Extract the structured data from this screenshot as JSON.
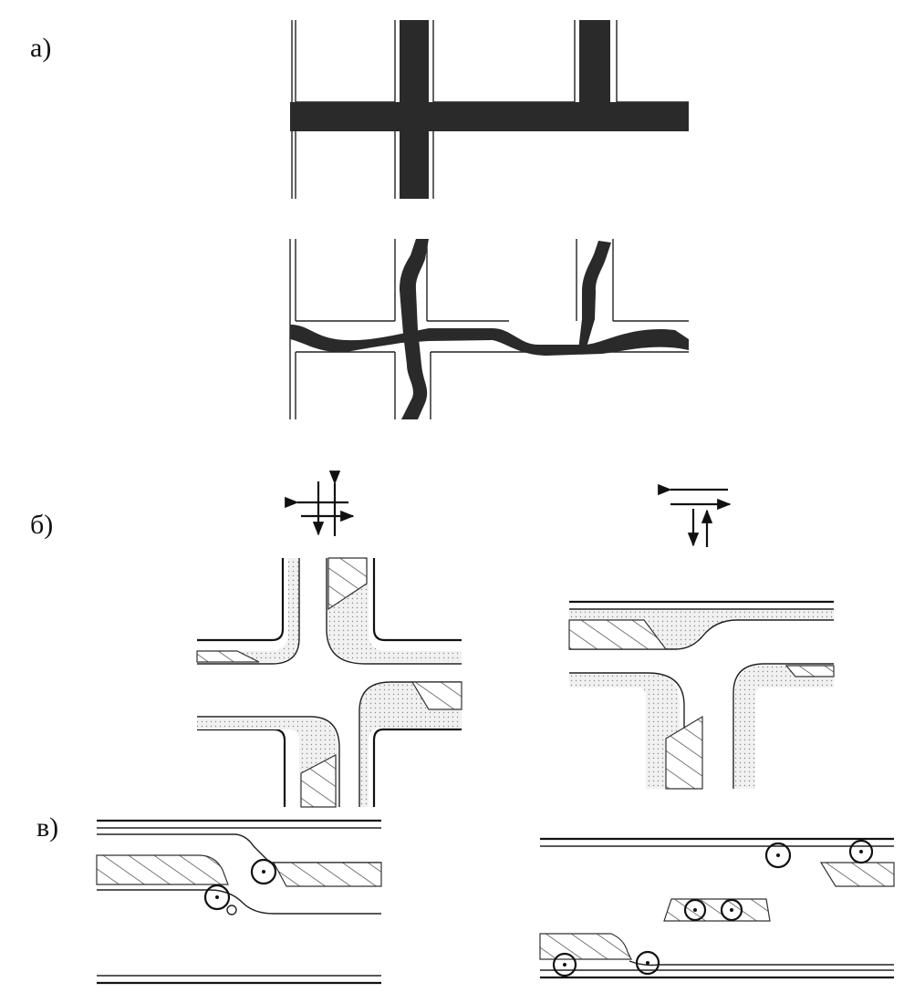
{
  "figure": {
    "labels": {
      "a": "а)",
      "b": "б)",
      "c": "в)"
    }
  },
  "colors": {
    "ink": "#111111",
    "road_fill": "#2a2a2a",
    "dot_fill": "#e9e9e9",
    "background": "#ffffff"
  }
}
